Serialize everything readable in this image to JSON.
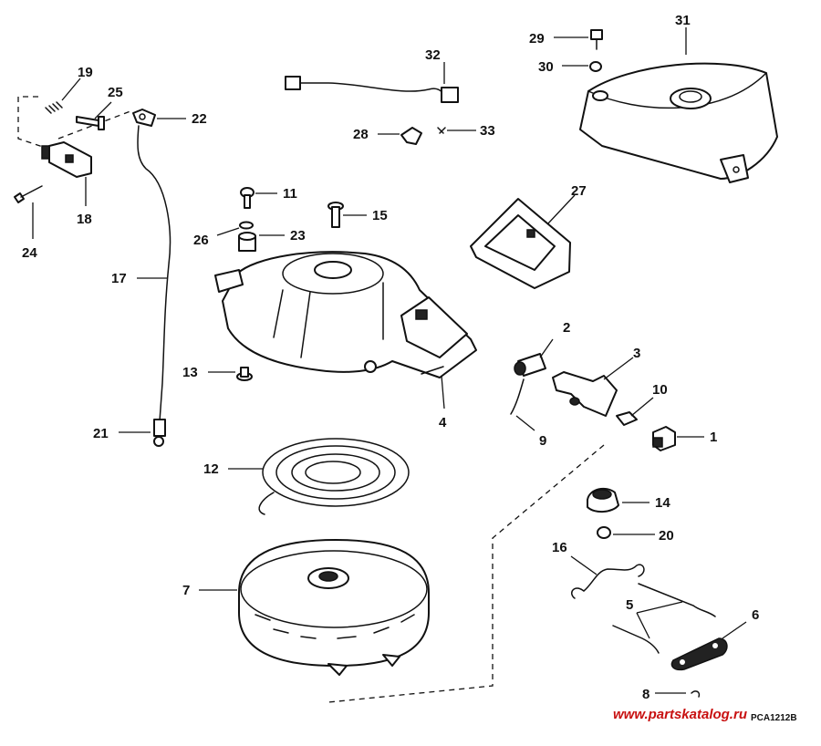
{
  "diagram": {
    "labels": {
      "p1": "1",
      "p2": "2",
      "p3": "3",
      "p4": "4",
      "p5": "5",
      "p6": "6",
      "p7": "7",
      "p8": "8",
      "p9": "9",
      "p10": "10",
      "p11": "11",
      "p12": "12",
      "p13": "13",
      "p14": "14",
      "p15": "15",
      "p16": "16",
      "p17": "17",
      "p18": "18",
      "p19": "19",
      "p20": "20",
      "p21": "21",
      "p22": "22",
      "p23": "23",
      "p24": "24",
      "p25": "25",
      "p26": "26",
      "p27": "27",
      "p28": "28",
      "p29": "29",
      "p30": "30",
      "p31": "31",
      "p32": "32",
      "p33": "33"
    },
    "watermark": "www.partskatalog.ru",
    "drawing_code": "PCA1212B"
  }
}
